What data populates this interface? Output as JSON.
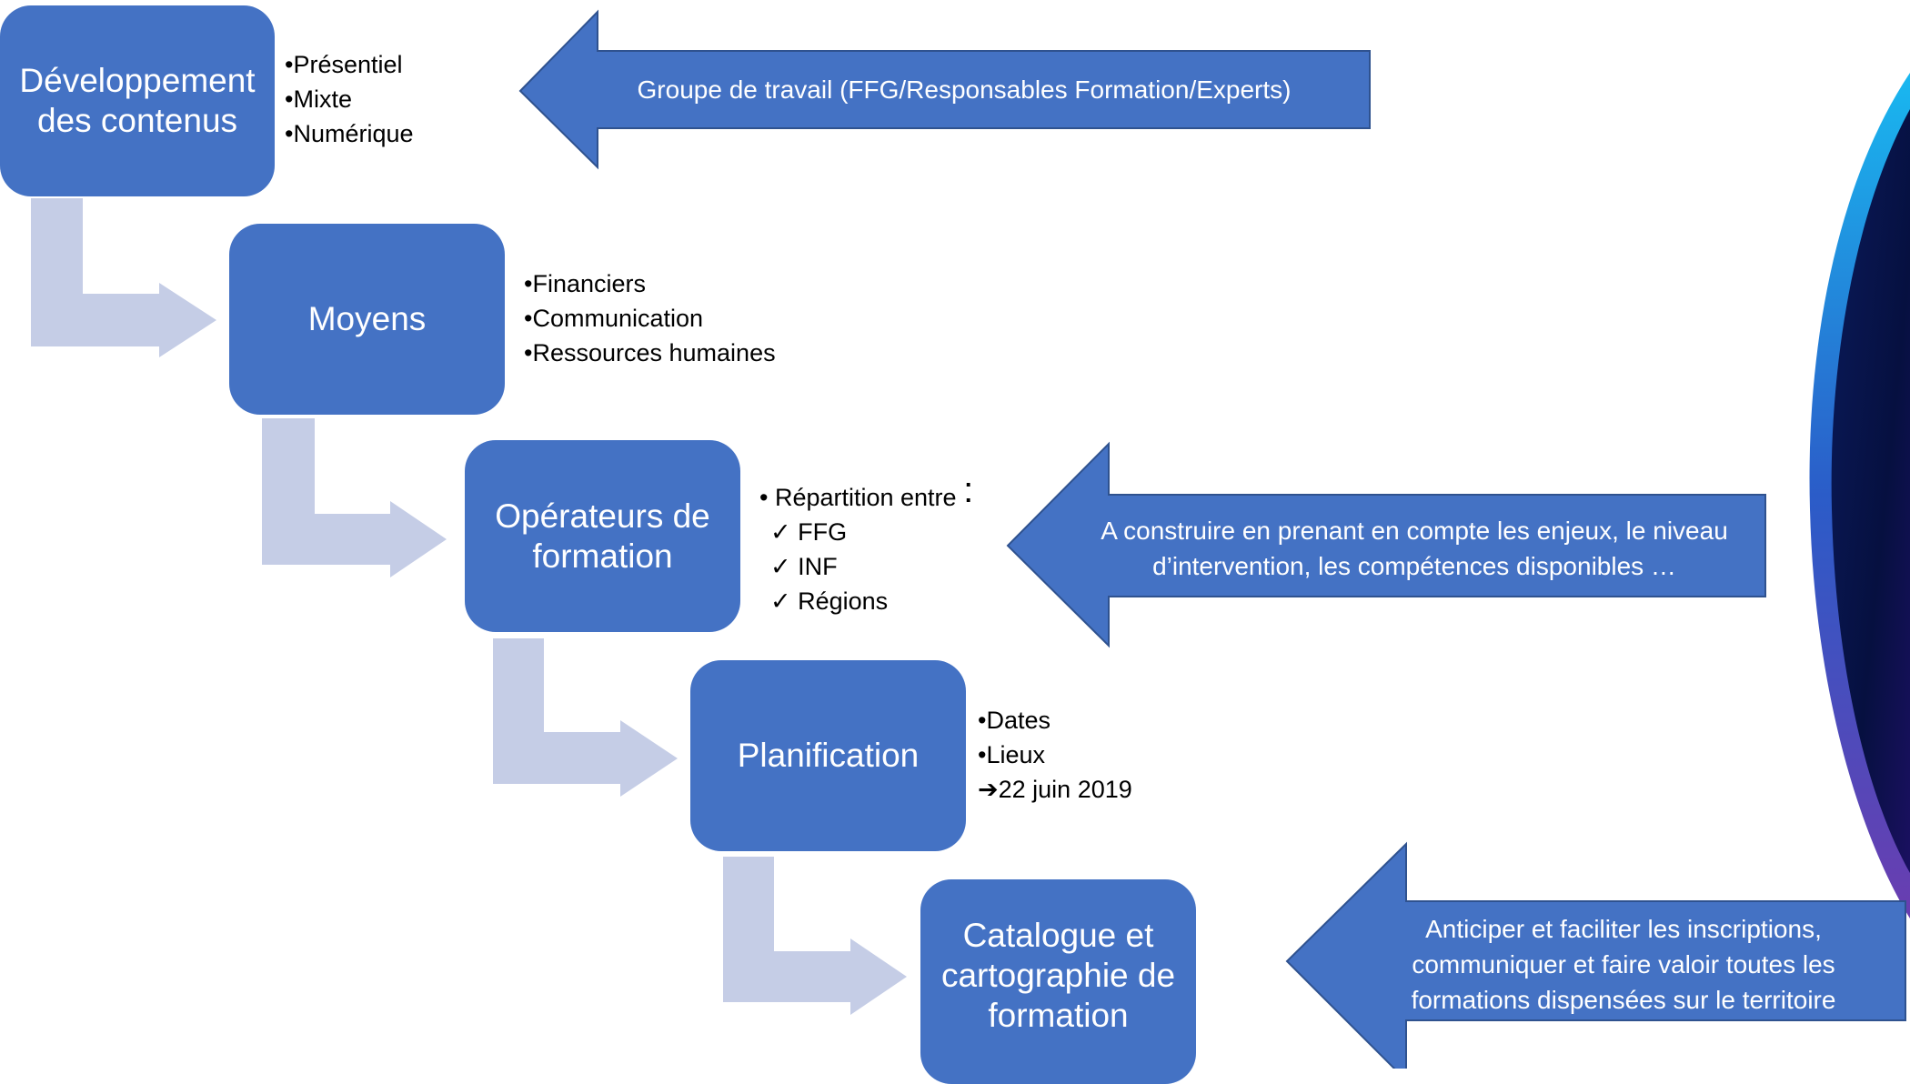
{
  "colors": {
    "box": "#4472c4",
    "box_border": "#2f528f",
    "connector": "#c5cde6",
    "text_light": "#ffffff",
    "text_dark": "#000000"
  },
  "steps": [
    {
      "label": "Développement\ndes contenus",
      "bullets": [
        "•Présentiel",
        "•Mixte",
        "•Numérique"
      ]
    },
    {
      "label": "Moyens",
      "bullets": [
        "•Financiers",
        "•Communication",
        "•Ressources humaines"
      ]
    },
    {
      "label": "Opérateurs de\nformation",
      "heading": "• Répartition entre",
      "heading_colon": ":",
      "checks": [
        "✓ FFG",
        "✓ INF",
        "✓ Régions"
      ]
    },
    {
      "label": "Planification",
      "bullets": [
        "•Dates",
        "•Lieux",
        "➔22 juin 2019"
      ]
    },
    {
      "label": "Catalogue et\ncartographie de\nformation"
    }
  ],
  "callouts": [
    {
      "text": "Groupe de travail (FFG/Responsables Formation/Experts)"
    },
    {
      "text": "A construire en prenant en compte les enjeux, le niveau d’intervention, les compétences disponibles …"
    },
    {
      "text": "Anticiper et faciliter les inscriptions, communiquer et faire valoir toutes les formations dispensées sur le territoire"
    }
  ]
}
